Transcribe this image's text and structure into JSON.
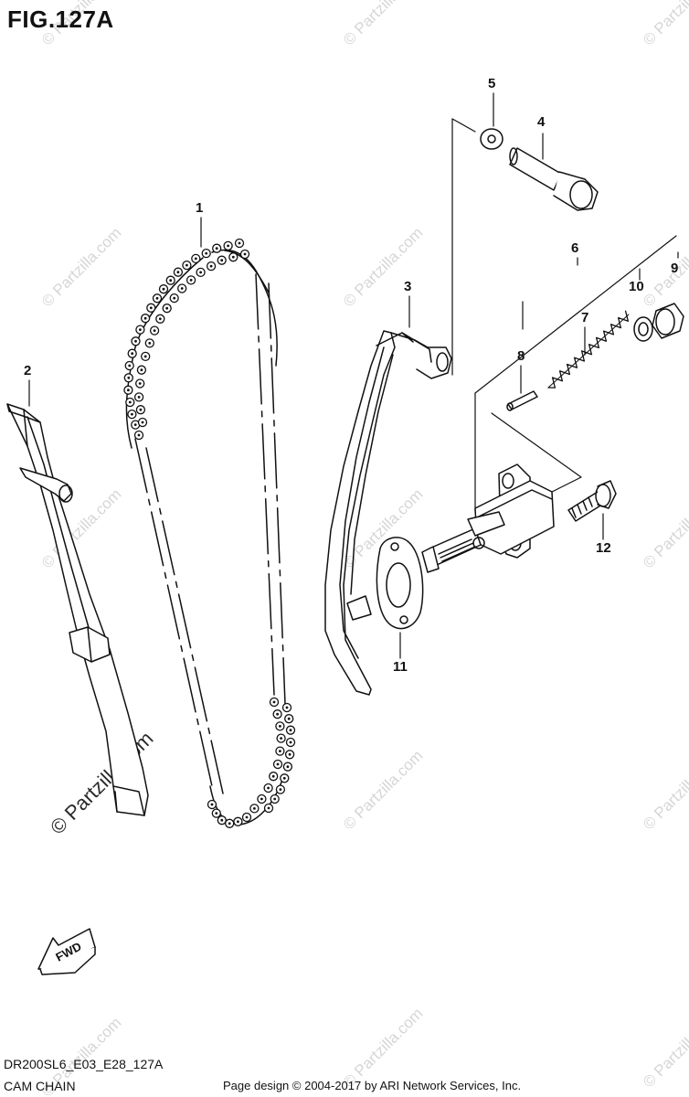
{
  "figure": {
    "title": "FIG.127A"
  },
  "callouts": [
    {
      "label": "1"
    },
    {
      "label": "2"
    },
    {
      "label": "3"
    },
    {
      "label": "4"
    },
    {
      "label": "5"
    },
    {
      "label": "6"
    },
    {
      "label": "7"
    },
    {
      "label": "8"
    },
    {
      "label": "9"
    },
    {
      "label": "10"
    },
    {
      "label": "11"
    },
    {
      "label": "12"
    }
  ],
  "direction_badge": {
    "label": "FWD"
  },
  "watermark": {
    "text": "© Partzilla.com"
  },
  "footer": {
    "diagram_code": "DR200SL6_E03_E28_127A",
    "diagram_name": "CAM CHAIN",
    "credit": "Page design © 2004-2017 by ARI Network Services, Inc."
  }
}
